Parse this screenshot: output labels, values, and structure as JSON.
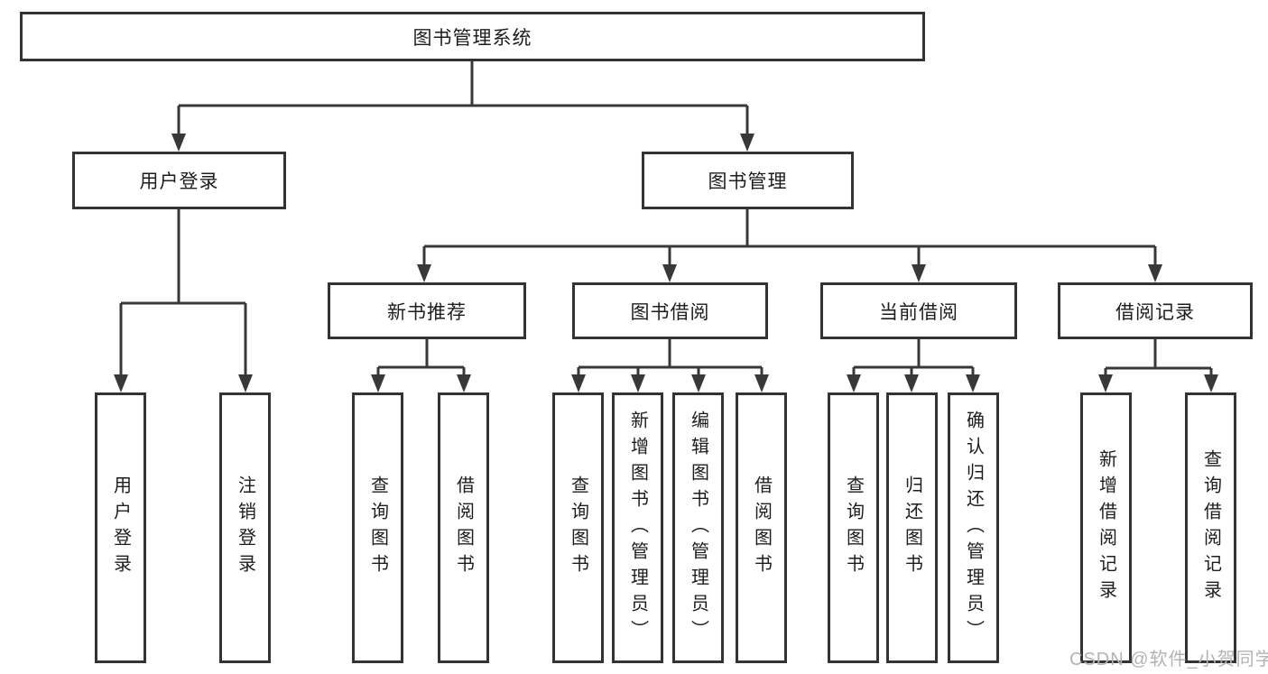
{
  "tree": {
    "root": {
      "label": "图书管理系统",
      "children": [
        {
          "label": "用户登录",
          "children": [
            {
              "label": "用户登录"
            },
            {
              "label": "注销登录"
            }
          ]
        },
        {
          "label": "图书管理",
          "children": [
            {
              "label": "新书推荐",
              "children": [
                {
                  "label": "查询图书"
                },
                {
                  "label": "借阅图书"
                }
              ]
            },
            {
              "label": "图书借阅",
              "children": [
                {
                  "label": "查询图书"
                },
                {
                  "label": "新增图书（管理员）"
                },
                {
                  "label": "编辑图书（管理员）"
                },
                {
                  "label": "借阅图书"
                }
              ]
            },
            {
              "label": "当前借阅",
              "children": [
                {
                  "label": "查询图书"
                },
                {
                  "label": "归还图书"
                },
                {
                  "label": "确认归还（管理员）"
                }
              ]
            },
            {
              "label": "借阅记录",
              "children": [
                {
                  "label": "新增借阅记录"
                },
                {
                  "label": "查询借阅记录"
                }
              ]
            }
          ]
        }
      ]
    }
  },
  "watermark": {
    "text": "CSDN @软件_小贺同学"
  },
  "colors": {
    "line": "#383838",
    "box_border": "#333333",
    "text": "#1d1d1d",
    "watermark": "#b3b3b3",
    "background": "#ffffff"
  }
}
